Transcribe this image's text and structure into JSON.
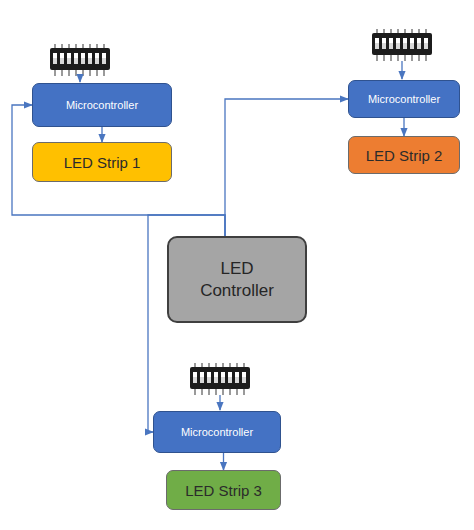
{
  "diagram": {
    "nodes": [
      {
        "text": [
          "Microcontroller"
        ]
      },
      {
        "text": [
          "LED Strip 1"
        ]
      },
      {
        "text": [
          "Microcontroller"
        ]
      },
      {
        "text": [
          "LED Strip 2"
        ]
      },
      {
        "text": [
          "LED Controller"
        ]
      },
      {
        "text": [
          "Microcontroller"
        ]
      },
      {
        "text": [
          "LED Strip 3"
        ]
      }
    ],
    "edges": [
      {
        "from": 4,
        "to": 0,
        "arrow": "to"
      },
      {
        "from": 4,
        "to": 2,
        "arrow": "to"
      },
      {
        "from": 4,
        "to": 5,
        "arrow": "to"
      },
      {
        "from": 0,
        "to": 1,
        "arrow": "to"
      },
      {
        "from": 2,
        "to": 3,
        "arrow": "to"
      },
      {
        "from": 5,
        "to": 6,
        "arrow": "to"
      }
    ]
  }
}
